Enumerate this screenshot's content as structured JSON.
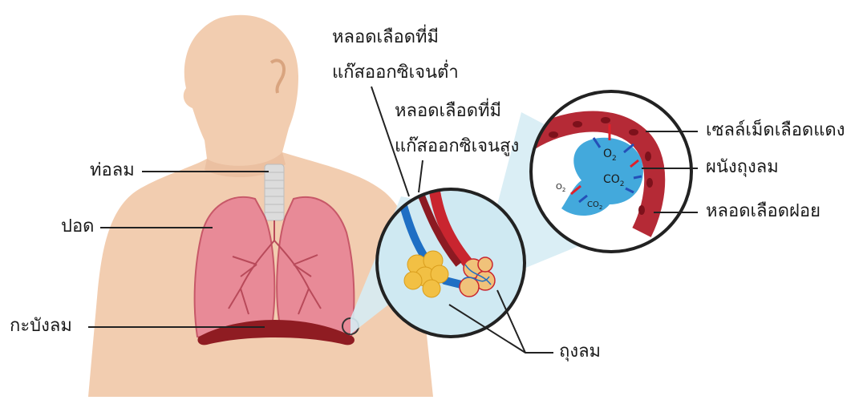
{
  "labels": {
    "trachea": "ท่อลม",
    "lung": "ปอด",
    "diaphragm": "กะบังลม",
    "low_oxygen_vessel_line1": "หลอดเลือดที่มี",
    "low_oxygen_vessel_line2": "แก๊สออกซิเจนต่ำ",
    "high_oxygen_vessel_line1": "หลอดเลือดที่มี",
    "high_oxygen_vessel_line2": "แก๊สออกซิเจนสูง",
    "red_blood_cell": "เซลล์เม็ดเลือดแดง",
    "alveolar_wall": "ผนังถุงลม",
    "capillary": "หลอดเลือดฝอย",
    "alveolus": "ถุงลม"
  },
  "gas_labels": {
    "o2_main": "O",
    "o2_main_sub": "2",
    "co2_main": "CO",
    "co2_main_sub": "2",
    "o2_small": "O",
    "o2_small_sub": "2",
    "co2_small": "CO",
    "co2_small_sub": "2"
  },
  "colors": {
    "skin": "#f2cdb0",
    "skin_shade": "#e6b797",
    "lung": "#e88a97",
    "lung_dark": "#c75868",
    "diaphragm": "#8f1c22",
    "trachea": "#dcdcdc",
    "magnifier_fill": "#cfe9f2",
    "alveolus_blue": "#43a9dc",
    "capillary": "#b52a36",
    "deoxy_vessel": "#1f6fc4",
    "oxy_vessel": "#c9252f",
    "alveoli_cluster": "#f2c044",
    "arrow_blue": "#2450b8",
    "arrow_red": "#e0202a"
  }
}
